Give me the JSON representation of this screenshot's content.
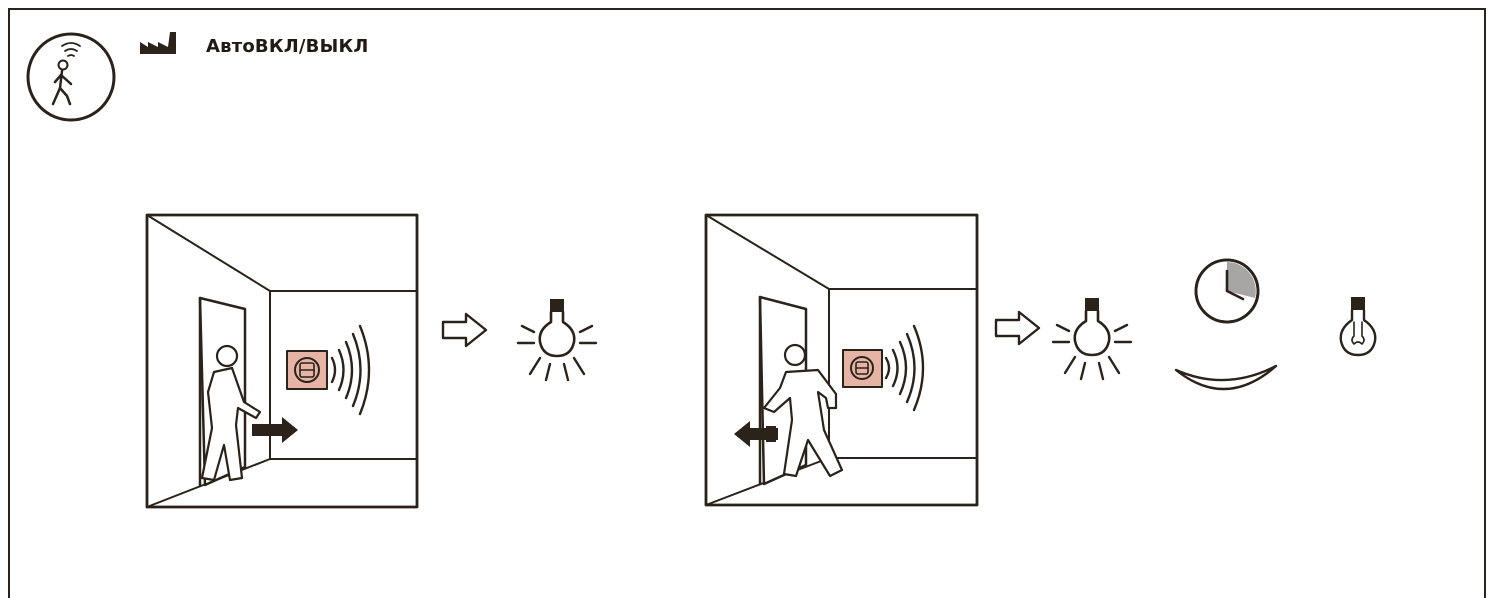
{
  "header": {
    "mode_title": "АвтоВКЛ/ВЫКЛ",
    "mode_icon": "motion-sensor-person-icon",
    "factory_icon": "factory-default-icon"
  },
  "colors": {
    "line": "#2b2219",
    "sensor_fill": "#e5b4a4",
    "clock_shade": "#a8a6a4"
  },
  "scenes": [
    {
      "name": "person-entering",
      "direction": "in",
      "result": "light-on"
    },
    {
      "name": "person-leaving",
      "direction": "out",
      "result": "light-on-then-delay-then-off"
    }
  ]
}
